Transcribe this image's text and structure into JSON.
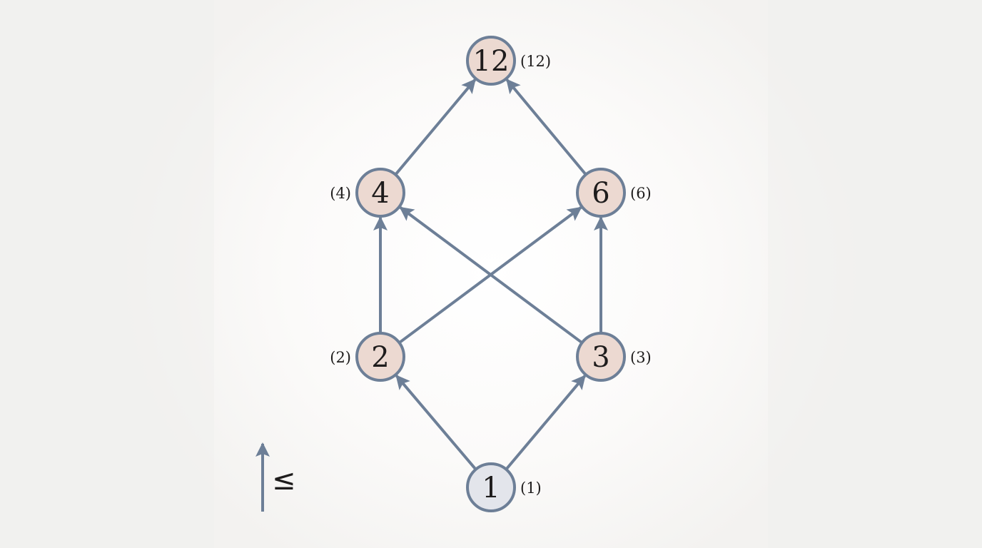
{
  "title": "Divisibility lattice of 12",
  "colors": {
    "edge": "#6d7f97",
    "node_fill": "#ecd9d1",
    "bottom_fill": "#e3e5eb",
    "node_stroke": "#6d7f97"
  },
  "nodes": [
    {
      "id": "12",
      "label": "12",
      "annotation": "(12)"
    },
    {
      "id": "4",
      "label": "4",
      "annotation": "(4)"
    },
    {
      "id": "6",
      "label": "6",
      "annotation": "(6)"
    },
    {
      "id": "2",
      "label": "2",
      "annotation": "(2)"
    },
    {
      "id": "3",
      "label": "3",
      "annotation": "(3)"
    },
    {
      "id": "1",
      "label": "1",
      "annotation": "(1)"
    }
  ],
  "edges": [
    {
      "from": "1",
      "to": "2"
    },
    {
      "from": "1",
      "to": "3"
    },
    {
      "from": "2",
      "to": "4"
    },
    {
      "from": "2",
      "to": "6"
    },
    {
      "from": "3",
      "to": "6"
    },
    {
      "from": "3",
      "to": "4"
    },
    {
      "from": "4",
      "to": "12"
    },
    {
      "from": "6",
      "to": "12"
    }
  ],
  "legend": {
    "symbol": "≤"
  }
}
